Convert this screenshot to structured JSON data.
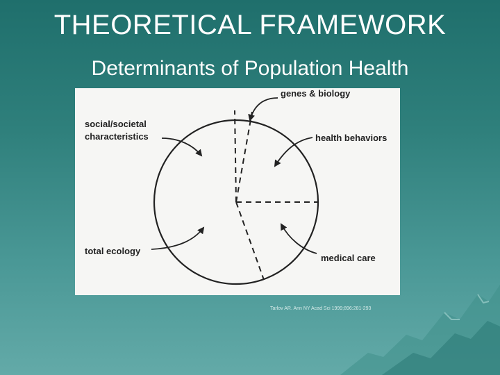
{
  "slide": {
    "title": "THEORETICAL FRAMEWORK",
    "subtitle": "Determinants of Population Health",
    "citation": "Tarlov AR. Ann NY Acad Sci 1999;896:281-293"
  },
  "diagram": {
    "labels": {
      "genes": "genes & biology",
      "social_line1": "social/societal",
      "social_line2": "characteristics",
      "health_behaviors": "health behaviors",
      "total_ecology": "total ecology",
      "medical_care": "medical care"
    }
  },
  "colors": {
    "background_top": "#1f6f6c",
    "background_bottom": "#63aaa8",
    "figure_background": "#f6f6f4",
    "ink": "#222222"
  }
}
